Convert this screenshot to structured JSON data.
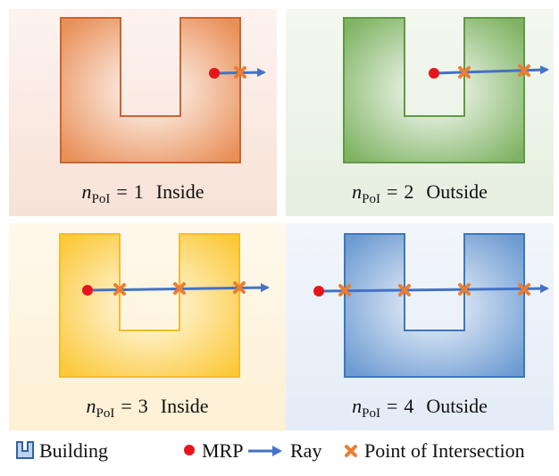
{
  "panels": [
    {
      "n_label": "n",
      "sub": "PoI",
      "equals": "=",
      "count": "1",
      "status": "Inside",
      "theme": "orange",
      "bg": "#fbece6",
      "fill": "#e9935f",
      "stroke": "#c9652f"
    },
    {
      "n_label": "n",
      "sub": "PoI",
      "equals": "=",
      "count": "2",
      "status": "Outside",
      "theme": "green",
      "bg": "#eef4ea",
      "fill": "#84b66a",
      "stroke": "#5f9a45"
    },
    {
      "n_label": "n",
      "sub": "PoI",
      "equals": "=",
      "count": "3",
      "status": "Inside",
      "theme": "yellow",
      "bg": "#fdf5e2",
      "fill": "#fccd48",
      "stroke": "#f2bd2c"
    },
    {
      "n_label": "n",
      "sub": "PoI",
      "equals": "=",
      "count": "4",
      "status": "Outside",
      "theme": "blue",
      "bg": "#e9f0f9",
      "fill": "#79a4d6",
      "stroke": "#3d78bb"
    }
  ],
  "legend": {
    "building": "Building",
    "mrp": "MRP",
    "ray": "Ray",
    "poi": "Point of Intersection"
  },
  "colors": {
    "mrp": "#e8141b",
    "ray": "#4472c4",
    "poi": "#ed7d31"
  }
}
